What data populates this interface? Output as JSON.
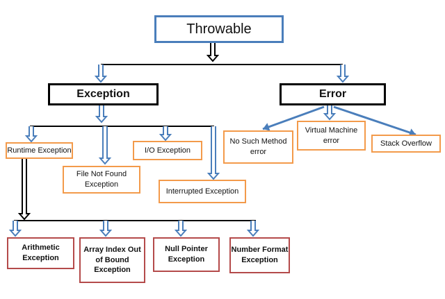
{
  "diagram": {
    "root": {
      "label": "Throwable"
    },
    "exception": {
      "label": "Exception"
    },
    "error": {
      "label": "Error"
    },
    "exception_children": [
      {
        "label": "Runtime Exception"
      },
      {
        "label": "File Not Found\nException"
      },
      {
        "label": "I/O Exception"
      },
      {
        "label": "Interrupted Exception"
      }
    ],
    "error_children": [
      {
        "label": "No Such Method\nerror"
      },
      {
        "label": "Virtual Machine\nerror"
      },
      {
        "label": "Stack Overflow"
      }
    ],
    "runtime_children": [
      {
        "label": "Arithmetic\nException"
      },
      {
        "label": "Array Index Out\nof Bound\nException"
      },
      {
        "label": "Null Pointer\nException"
      },
      {
        "label": "Number Format\nException"
      }
    ]
  },
  "colors": {
    "arrow_blue": "#4a7ebb",
    "root_border": "#4a7ebb",
    "category_border": "#000000",
    "child_border": "#f39a4a",
    "runtime_child_border": "#b44a4a"
  }
}
